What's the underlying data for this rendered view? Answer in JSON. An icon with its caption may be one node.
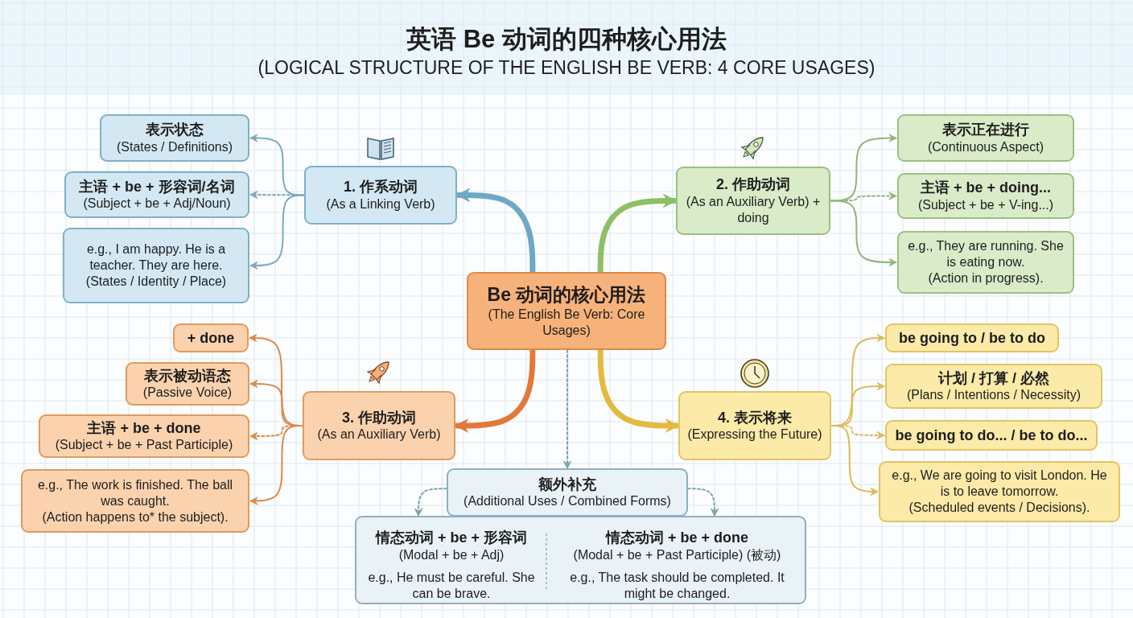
{
  "diagram": {
    "title": "英语 Be 动词的四种核心用法",
    "nodes": [
      {
        "text": [
          "Be 动词的核心用法",
          "(The English Be Verb: Core Usages)"
        ]
      },
      {
        "text": [
          "1. 作系动词",
          "(As a Linking Verb)"
        ]
      },
      {
        "text": [
          "表示状态",
          "(States / Definitions)"
        ]
      },
      {
        "text": [
          "主语 + be + 形容词/名词",
          "(Subject + be + Adj/Noun)"
        ]
      },
      {
        "text": [
          "e.g., I am happy. He is a teacher. They are here.",
          "(States / Identity / Place)"
        ]
      },
      {
        "text": [
          "2. 作助动词",
          "(As an Auxiliary Verb) + doing"
        ]
      },
      {
        "text": [
          "表示正在进行",
          "(Continuous Aspect)"
        ]
      },
      {
        "text": [
          "主语 + be + doing...",
          "(Subject + be + V-ing...)"
        ]
      },
      {
        "text": [
          "e.g., They are running. She is eating now.",
          "(Action in progress)."
        ]
      },
      {
        "text": [
          "3. 作助动词",
          "(As an Auxiliary Verb)"
        ]
      },
      {
        "text": [
          "+ done"
        ]
      },
      {
        "text": [
          "表示被动语态",
          "(Passive Voice)"
        ]
      },
      {
        "text": [
          "主语 + be + done",
          "(Subject + be + Past Participle)"
        ]
      },
      {
        "text": [
          "e.g., The work is finished. The ball was caught.",
          "(Action happens to* the subject)."
        ]
      },
      {
        "text": [
          "4. 表示将来",
          "(Expressing the Future)"
        ]
      },
      {
        "text": [
          "be going to / be to do"
        ]
      },
      {
        "text": [
          "计划 / 打算 / 必然",
          "(Plans / Intentions / Necessity)"
        ]
      },
      {
        "text": [
          "be going to do... / be to do..."
        ]
      },
      {
        "text": [
          "e.g., We are going to visit London. He is to leave tomorrow.",
          "(Scheduled events / Decisions)."
        ]
      },
      {
        "text": [
          "额外补充",
          "(Additional Uses / Combined Forms)"
        ]
      },
      {
        "text": [],
        "shape": "box"
      },
      {
        "text": [
          "情态动词 + be + 形容词",
          "(Modal + be + Adj)",
          "e.g., He must be careful. She can be brave."
        ],
        "in": 20
      },
      {
        "text": [
          "情态动词 + be + done",
          "(Modal + be + Past Participle) (被动)",
          "e.g., The task should be completed. It might be changed."
        ],
        "in": 20
      }
    ],
    "edges": [
      {
        "from": 0,
        "to": 1,
        "arrow": "to",
        "style": "thick",
        "color": "#6fa8c6"
      },
      {
        "from": 0,
        "to": 5,
        "arrow": "to",
        "style": "thick",
        "color": "#8dbf68"
      },
      {
        "from": 0,
        "to": 9,
        "arrow": "to",
        "style": "thick",
        "color": "#e2793a"
      },
      {
        "from": 0,
        "to": 14,
        "arrow": "to",
        "style": "thick",
        "color": "#e3b93f"
      },
      {
        "from": 0,
        "to": 19,
        "arrow": "to",
        "style": "dashed",
        "color": "#7fa3b5"
      },
      {
        "from": 1,
        "to": 2,
        "arrow": "to",
        "color": "#7fa9c0"
      },
      {
        "from": 1,
        "to": 3,
        "arrow": "to",
        "style": "dashed",
        "color": "#7fa9c0"
      },
      {
        "from": 1,
        "to": 4,
        "arrow": "to",
        "color": "#7fa9c0"
      },
      {
        "from": 5,
        "to": 6,
        "arrow": "to",
        "color": "#94b47c"
      },
      {
        "from": 5,
        "to": 7,
        "arrow": "to",
        "style": "dashed",
        "color": "#94b47c"
      },
      {
        "from": 5,
        "to": 8,
        "arrow": "to",
        "color": "#94b47c"
      },
      {
        "from": 9,
        "to": 10,
        "arrow": "to",
        "color": "#d88b4e"
      },
      {
        "from": 9,
        "to": 11,
        "arrow": "to",
        "color": "#d88b4e"
      },
      {
        "from": 9,
        "to": 12,
        "arrow": "to",
        "style": "dashed",
        "color": "#d88b4e"
      },
      {
        "from": 9,
        "to": 13,
        "arrow": "to",
        "color": "#d88b4e"
      },
      {
        "from": 14,
        "to": 15,
        "arrow": "to",
        "color": "#dcbc5c"
      },
      {
        "from": 14,
        "to": 16,
        "arrow": "to",
        "color": "#dcbc5c"
      },
      {
        "from": 14,
        "to": 17,
        "arrow": "to",
        "style": "dashed",
        "color": "#dcbc5c"
      },
      {
        "from": 14,
        "to": 18,
        "arrow": "to",
        "color": "#dcbc5c"
      },
      {
        "from": 19,
        "to": 21,
        "arrow": "to",
        "style": "dashed",
        "color": "#7fa3b5"
      },
      {
        "from": 19,
        "to": 22,
        "arrow": "to",
        "style": "dashed",
        "color": "#7fa3b5"
      }
    ],
    "labels": [
      "(LOGICAL STRUCTURE OF THE ENGLISH BE VERB: 4 CORE USAGES)"
    ]
  }
}
